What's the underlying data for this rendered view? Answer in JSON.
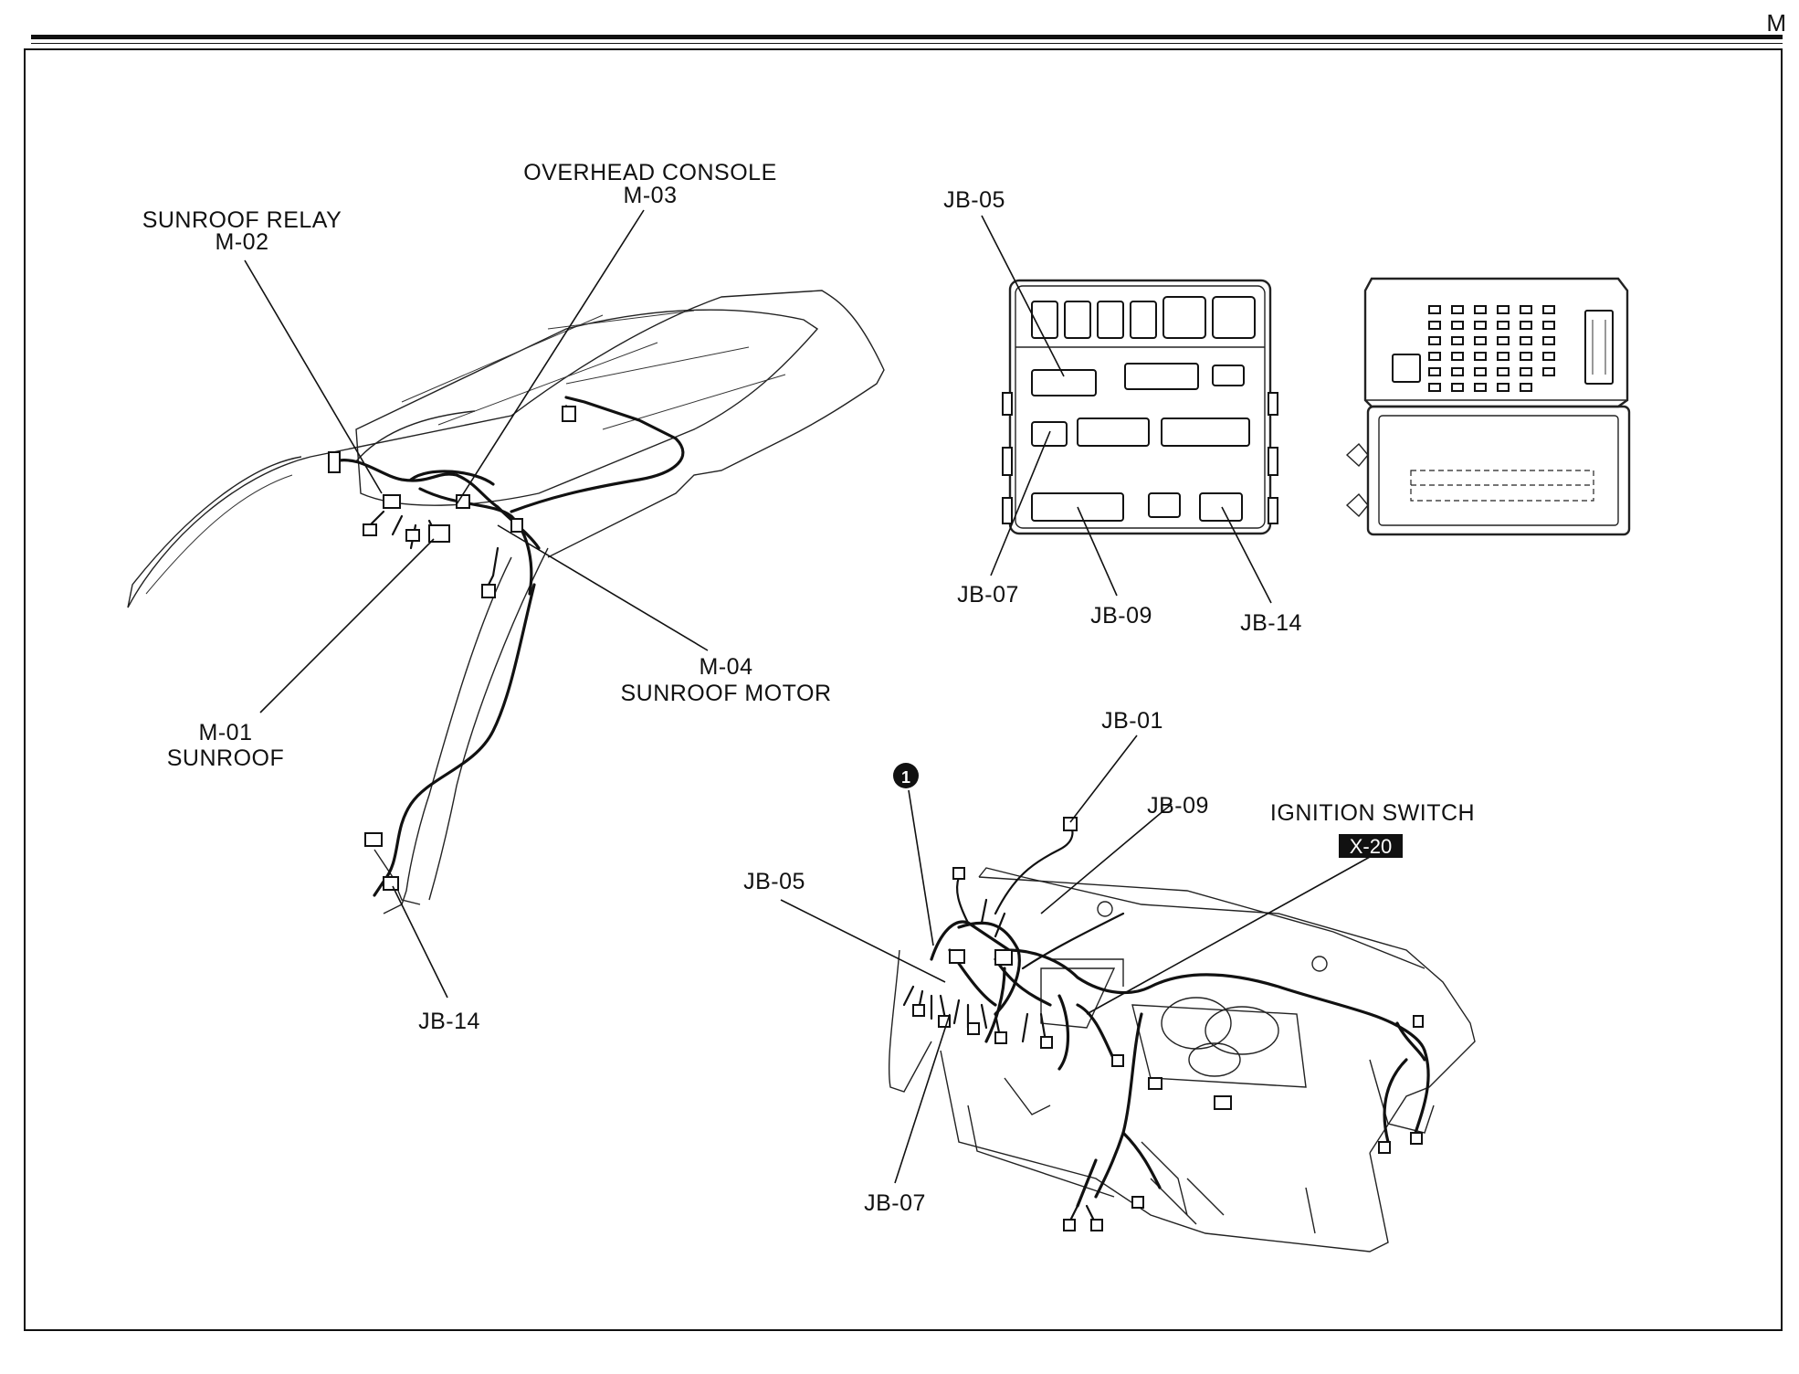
{
  "page": {
    "section_letter": "M"
  },
  "labels": {
    "sunroof_relay": {
      "name": "SUNROOF RELAY",
      "code": "M-02"
    },
    "overhead_console": {
      "name": "OVERHEAD CONSOLE",
      "code": "M-03"
    },
    "sunroof_motor": {
      "name": "SUNROOF MOTOR",
      "code": "M-04"
    },
    "sunroof": {
      "name": "SUNROOF",
      "code": "M-01"
    },
    "roof_jb14": "JB-14",
    "jb_box_jb05": "JB-05",
    "jb_box_jb07": "JB-07",
    "jb_box_jb09": "JB-09",
    "jb_box_jb14": "JB-14",
    "dash_jb01": "JB-01",
    "dash_jb09": "JB-09",
    "dash_jb05": "JB-05",
    "dash_jb07": "JB-07",
    "ignition_switch": {
      "name": "IGNITION SWITCH",
      "code": "X-20"
    },
    "ground_marker": "1"
  }
}
